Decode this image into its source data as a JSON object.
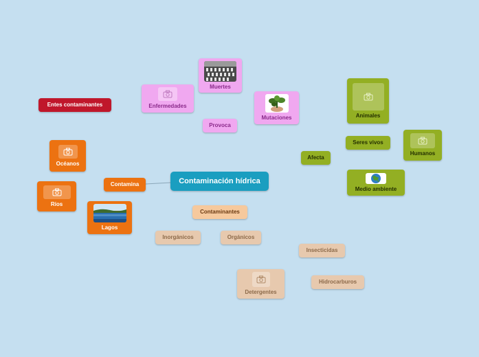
{
  "map": {
    "central": "Contaminación hídrica",
    "entes": "Entes contaminantes",
    "oceanos": "Océanos",
    "rios": "Ríos",
    "lagos": "Lagos",
    "contamina": "Contamina",
    "enfermedades": "Enfermedades",
    "muertes": "Muertes",
    "provoca": "Provoca",
    "mutaciones": "Mutaciones",
    "animales": "Animales",
    "seres_vivos": "Seres vivos",
    "humanos": "Humanos",
    "afecta": "Afecta",
    "medio_ambiente": "Medio ambiente",
    "contaminantes": "Contaminantes",
    "inorganicos": "Inorgánicos",
    "organicos": "Orgánicos",
    "insecticidas": "Insecticidas",
    "detergentes": "Detergentes",
    "hidrocarburos": "Hidrocarburos"
  },
  "colors": {
    "background": "#c5dff0",
    "central": "#1a9ec0",
    "entes": "#c0172b",
    "orange": "#ec7211",
    "pink": "#f0a8f0",
    "green": "#93af23",
    "peach": "#f6c99d"
  },
  "icons": {
    "placeholder": "camera-icon",
    "muertes": "cemetery-photo",
    "mutaciones": "mutated-plant-photo",
    "lagos": "lake-photo",
    "medio_ambiente": "globe-photo"
  }
}
